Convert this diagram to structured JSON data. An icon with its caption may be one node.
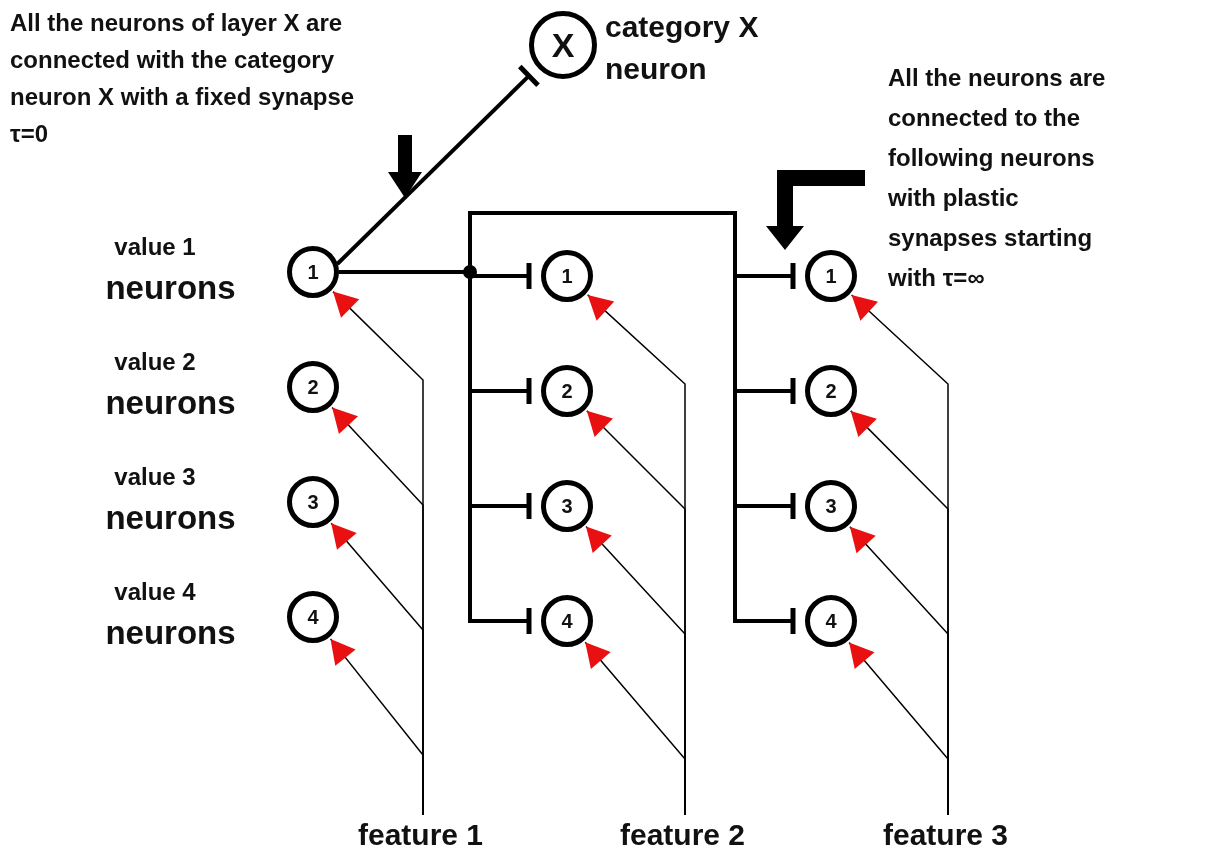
{
  "diagram": {
    "nodes": [
      {
        "text": [
          "X"
        ],
        "beside": [
          "category X neuron"
        ]
      },
      {
        "text": [
          "1"
        ],
        "beside": [
          "value 1",
          "neurons"
        ]
      },
      {
        "text": [
          "2"
        ],
        "beside": [
          "value 2",
          "neurons"
        ]
      },
      {
        "text": [
          "3"
        ],
        "beside": [
          "value 3",
          "neurons"
        ]
      },
      {
        "text": [
          "4"
        ],
        "beside": [
          "value 4",
          "neurons"
        ]
      },
      {
        "text": [
          "1"
        ]
      },
      {
        "text": [
          "2"
        ]
      },
      {
        "text": [
          "3"
        ]
      },
      {
        "text": [
          "4"
        ]
      },
      {
        "text": [
          "1"
        ]
      },
      {
        "text": [
          "2"
        ]
      },
      {
        "text": [
          "3"
        ]
      },
      {
        "text": [
          "4"
        ]
      },
      {
        "text": [
          "feature 1"
        ]
      },
      {
        "text": [
          "feature 2"
        ]
      },
      {
        "text": [
          "feature 3"
        ]
      }
    ],
    "edges": [
      {
        "from": 1,
        "to": 0,
        "arrow": "other",
        "style": "thick"
      },
      {
        "from": 1,
        "to": 5,
        "arrow": "other",
        "style": "thick"
      },
      {
        "from": 1,
        "to": 6,
        "arrow": "other",
        "style": "thick"
      },
      {
        "from": 1,
        "to": 7,
        "arrow": "other",
        "style": "thick"
      },
      {
        "from": 1,
        "to": 8,
        "arrow": "other",
        "style": "thick"
      },
      {
        "from": 1,
        "to": 9,
        "arrow": "other",
        "style": "thick"
      },
      {
        "from": 1,
        "to": 10,
        "arrow": "other",
        "style": "thick"
      },
      {
        "from": 1,
        "to": 11,
        "arrow": "other",
        "style": "thick"
      },
      {
        "from": 1,
        "to": 12,
        "arrow": "other",
        "style": "thick"
      },
      {
        "from": 13,
        "to": 1,
        "arrow": "to"
      },
      {
        "from": 13,
        "to": 2,
        "arrow": "to"
      },
      {
        "from": 13,
        "to": 3,
        "arrow": "to"
      },
      {
        "from": 13,
        "to": 4,
        "arrow": "to"
      },
      {
        "from": 14,
        "to": 5,
        "arrow": "to"
      },
      {
        "from": 14,
        "to": 6,
        "arrow": "to"
      },
      {
        "from": 14,
        "to": 7,
        "arrow": "to"
      },
      {
        "from": 14,
        "to": 8,
        "arrow": "to"
      },
      {
        "from": 15,
        "to": 9,
        "arrow": "to"
      },
      {
        "from": 15,
        "to": 10,
        "arrow": "to"
      },
      {
        "from": 15,
        "to": 11,
        "arrow": "to"
      },
      {
        "from": 15,
        "to": 12,
        "arrow": "to"
      }
    ],
    "labels": [
      "All the neurons of layer X are connected with the category neuron X with a fixed synapse τ=0",
      "All the neurons are connected to the following neurons with plastic synapses starting with τ=∞"
    ]
  }
}
